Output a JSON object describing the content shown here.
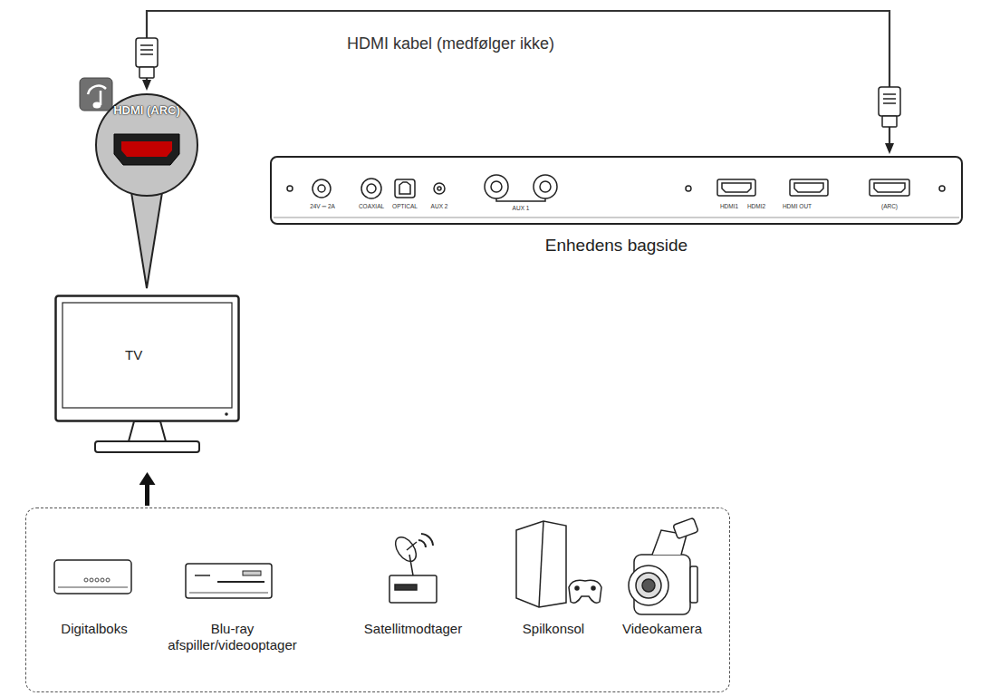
{
  "diagram": {
    "nodes": [
      {
        "text": [
          "HDMI (ARC)"
        ]
      },
      {
        "text": [
          "TV"
        ]
      },
      {
        "text": [
          "Enhedens bagside"
        ]
      },
      {
        "text": []
      },
      {
        "text": [
          "Digitalboks"
        ],
        "in": 3
      },
      {
        "text": [
          "Blu-ray afspiller/videooptager"
        ],
        "in": 3
      },
      {
        "text": [
          "Satellitmodtager"
        ],
        "in": 3
      },
      {
        "text": [
          "Spilkonsol"
        ],
        "in": 3
      },
      {
        "text": [
          "Videokamera"
        ],
        "in": 3
      }
    ],
    "edges": [
      {
        "from": 2,
        "to": 0,
        "arrow": "both",
        "label": "HDMI kabel (medfølger ikke)"
      },
      {
        "from": 3,
        "to": 1,
        "arrow": "to"
      }
    ],
    "labels": [
      "24V ═ 2A",
      "COAXIAL",
      "OPTICAL",
      "AUX 2",
      "AUX 1",
      "HDMI1",
      "HDMI2",
      "HDMI OUT",
      "(ARC)"
    ]
  }
}
